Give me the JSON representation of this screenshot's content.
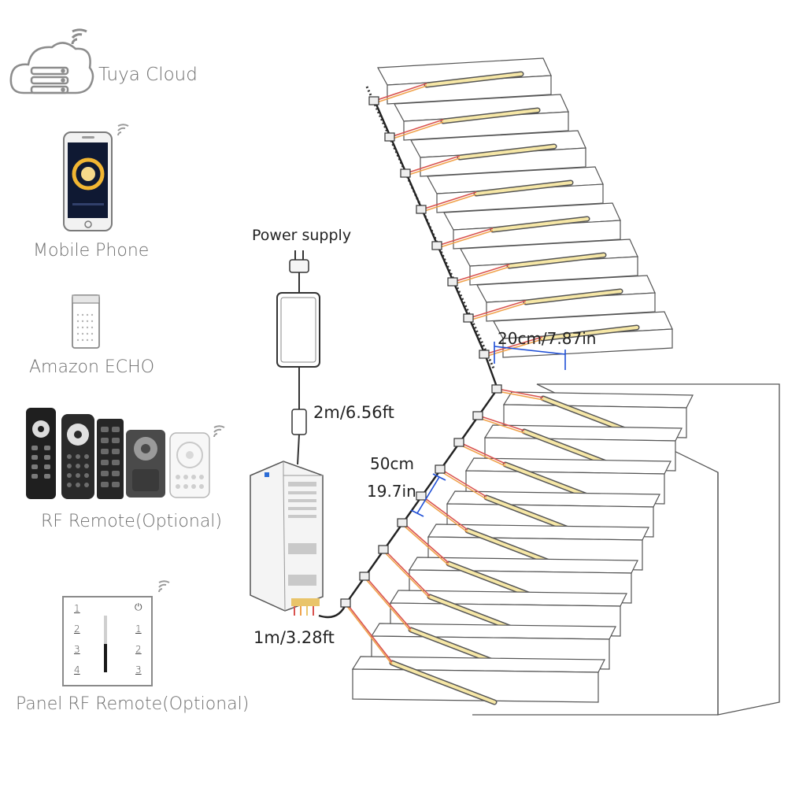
{
  "devices": {
    "tuya_cloud": "Tuya Cloud",
    "mobile_phone": "Mobile Phone",
    "amazon_echo": "Amazon ECHO",
    "rf_remote": "RF Remote(Optional)",
    "panel_rf_remote": "Panel RF Remote(Optional)"
  },
  "panel_buttons": {
    "left": [
      "1",
      "2",
      "3",
      "4"
    ],
    "right": [
      "⏻",
      "1",
      "2",
      "3"
    ]
  },
  "power": {
    "label": "Power supply",
    "cable_length": "2m/6.56ft"
  },
  "dimensions": {
    "controller_cable": "1m/3.28ft",
    "step_spacing": "20cm/7.87in",
    "distance_line1": "50cm",
    "distance_line2": "19.7in"
  },
  "colors": {
    "led_strip": "#f6e7a6",
    "wire_red": "#d9534f",
    "wire_orange": "#f0a24b",
    "outline": "#555555",
    "dim_line": "#1f4fd6"
  }
}
